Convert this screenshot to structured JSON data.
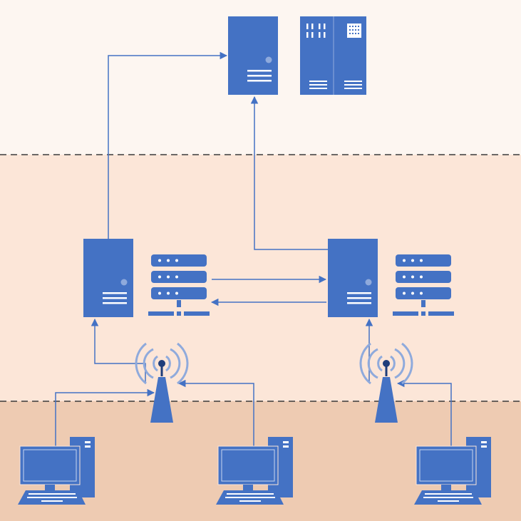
{
  "colors": {
    "icon": "#4472C4",
    "icon_dark": "#1F3D7A",
    "icon_light": "#8FAADC",
    "tier_top": "#FDF6F1",
    "tier_middle": "#FCE6D8",
    "tier_bottom": "#EECBB2",
    "divider": "#3A3A3A"
  },
  "tiers": [
    "top",
    "middle",
    "bottom"
  ],
  "nodes": {
    "top": [
      "server-tower",
      "server-cabinet"
    ],
    "middle": [
      "server-tower",
      "server-rack",
      "server-tower",
      "server-rack"
    ],
    "access": [
      "wireless-antenna",
      "wireless-antenna"
    ],
    "bottom": [
      "desktop-computer",
      "desktop-computer",
      "desktop-computer"
    ]
  }
}
